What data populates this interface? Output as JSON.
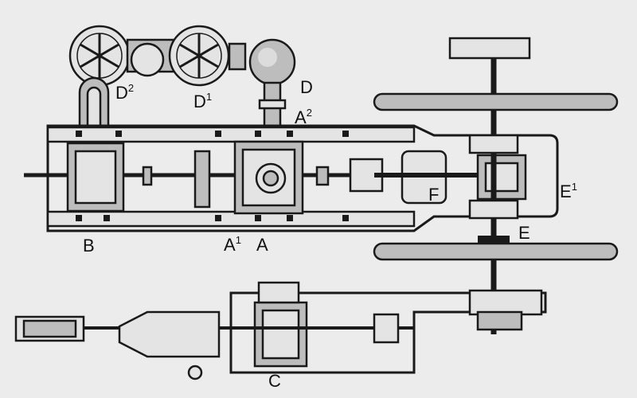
{
  "figure": {
    "labels": {
      "D2": {
        "text": "D",
        "sup": "2"
      },
      "D1": {
        "text": "D",
        "sup": "1"
      },
      "D": {
        "text": "D",
        "sup": ""
      },
      "A2": {
        "text": "A",
        "sup": "2"
      },
      "F": {
        "text": "F",
        "sup": ""
      },
      "E1": {
        "text": "E",
        "sup": "1"
      },
      "E": {
        "text": "E",
        "sup": ""
      },
      "B": {
        "text": "B",
        "sup": ""
      },
      "A1": {
        "text": "A",
        "sup": "1"
      },
      "A": {
        "text": "A",
        "sup": ""
      },
      "C": {
        "text": "C",
        "sup": ""
      }
    },
    "colors": {
      "ink": "#1a1a1a",
      "paper": "#ececec"
    }
  }
}
